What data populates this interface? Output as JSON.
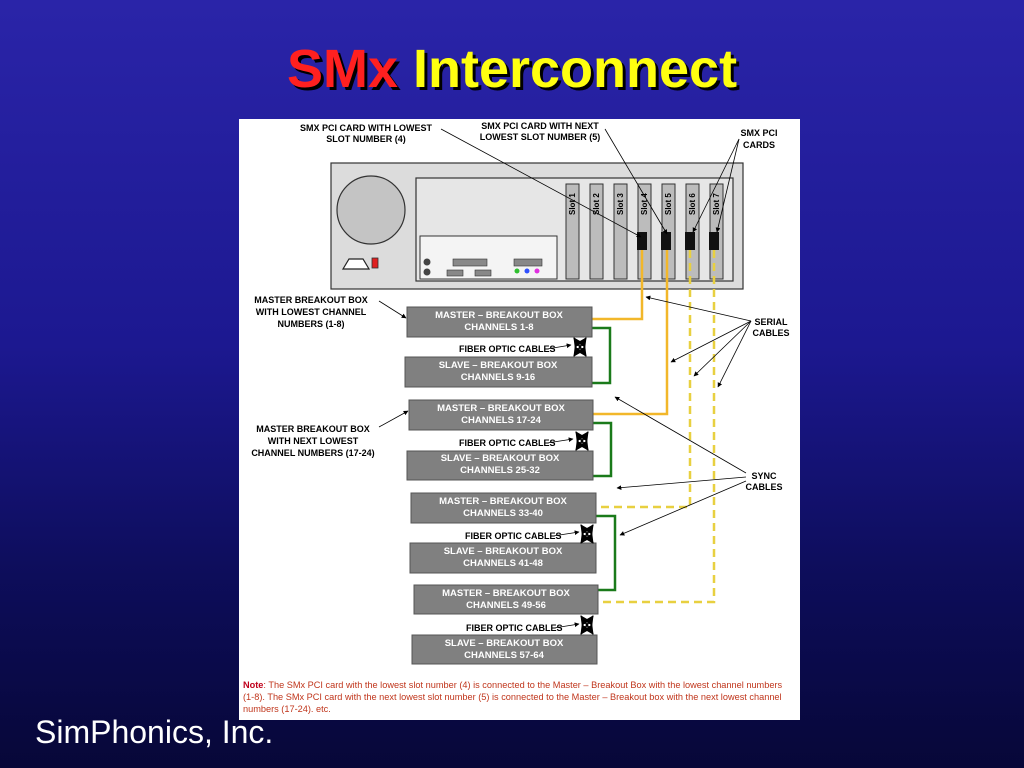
{
  "title": {
    "part1": "SMx",
    "part2": "Interconnect"
  },
  "footer": "SimPhonics, Inc.",
  "labels": {
    "smx_lowest_1": "SMX PCI CARD WITH LOWEST",
    "smx_lowest_2": "SLOT NUMBER (4)",
    "smx_next_1": "SMX PCI CARD WITH NEXT",
    "smx_next_2": "LOWEST SLOT NUMBER (5)",
    "smx_cards_1": "SMX PCI",
    "smx_cards_2": "CARDS",
    "master_lowest_1": "MASTER BREAKOUT BOX",
    "master_lowest_2": "WITH LOWEST CHANNEL",
    "master_lowest_3": "NUMBERS (1-8)",
    "master_next_1": "MASTER BREAKOUT BOX",
    "master_next_2": "WITH NEXT LOWEST",
    "master_next_3": "CHANNEL NUMBERS (17-24)",
    "serial_1": "SERIAL",
    "serial_2": "CABLES",
    "sync_1": "SYNC",
    "sync_2": "CABLES",
    "fiber": "FIBER OPTIC CABLES"
  },
  "slots": [
    "Slot 1",
    "Slot 2",
    "Slot 3",
    "Slot 4",
    "Slot 5",
    "Slot 6",
    "Slot 7"
  ],
  "boxes": [
    {
      "line1": "MASTER – BREAKOUT BOX",
      "line2": "CHANNELS 1-8"
    },
    {
      "line1": "SLAVE – BREAKOUT BOX",
      "line2": "CHANNELS 9-16"
    },
    {
      "line1": "MASTER – BREAKOUT BOX",
      "line2": "CHANNELS 17-24"
    },
    {
      "line1": "SLAVE – BREAKOUT BOX",
      "line2": "CHANNELS 25-32"
    },
    {
      "line1": "MASTER – BREAKOUT BOX",
      "line2": "CHANNELS 33-40"
    },
    {
      "line1": "SLAVE – BREAKOUT BOX",
      "line2": "CHANNELS 41-48"
    },
    {
      "line1": "MASTER – BREAKOUT BOX",
      "line2": "CHANNELS 49-56"
    },
    {
      "line1": "SLAVE – BREAKOUT BOX",
      "line2": "CHANNELS 57-64"
    }
  ],
  "note": {
    "label": "Note",
    "text": ": The SMx PCI card with the lowest slot number (4) is connected to the Master – Breakout Box with the lowest channel numbers (1-8). The SMx PCI card with the next lowest slot number (5) is connected to the Master – Breakout box with the next lowest channel numbers (17-24). etc."
  },
  "colors": {
    "title_red": "#ff2020",
    "title_yellow": "#ffff10",
    "serial_cable": "#f2b72a",
    "sync_cable": "#e8d040",
    "fiber_link": "#1a7a1a",
    "box_fill": "#808080"
  }
}
